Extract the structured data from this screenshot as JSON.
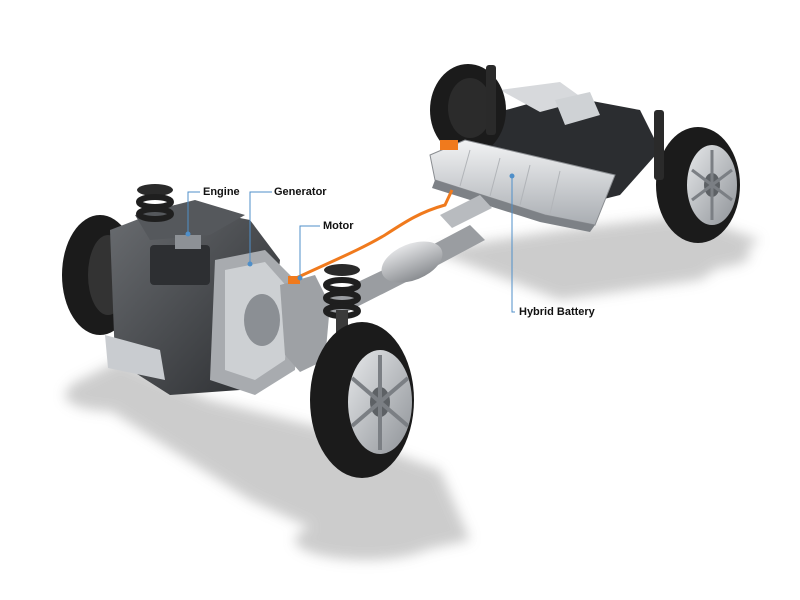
{
  "diagram": {
    "callouts": [
      {
        "id": "engine",
        "label": "Engine"
      },
      {
        "id": "generator",
        "label": "Generator"
      },
      {
        "id": "motor",
        "label": "Motor"
      },
      {
        "id": "hybrid-battery",
        "label": "Hybrid Battery"
      }
    ],
    "colors": {
      "leader_line": "#4f8fc9",
      "high_voltage_cable": "#f07a1d",
      "tire": "#1b1b1b",
      "rim": "#b9bcc0",
      "engine_block": "#3b3d40",
      "battery_case": "#d8dbde",
      "shadow": "#bdbdbd"
    }
  }
}
